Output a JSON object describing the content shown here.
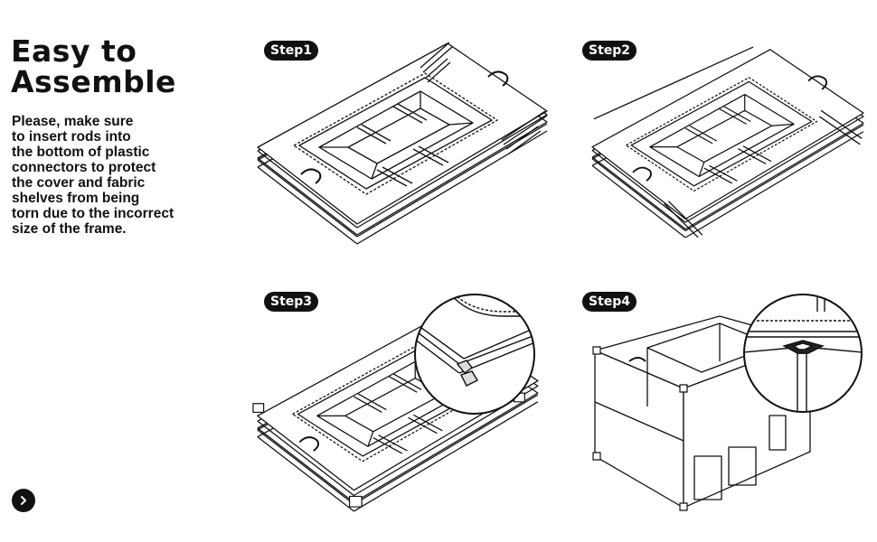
{
  "header": {
    "title_line1": "Easy to",
    "title_line2": "Assemble"
  },
  "description": {
    "line1": "Please, make sure",
    "line2": "to insert rods into",
    "line3": "the bottom of plastic",
    "line4": "connectors to protect",
    "line5": "the cover and fabric",
    "line6": "shelves from being",
    "line7": "torn due to the incorrect",
    "line8": "size of the frame."
  },
  "steps": [
    {
      "label": "Step1"
    },
    {
      "label": "Step2"
    },
    {
      "label": "Step3"
    },
    {
      "label": "Step4"
    }
  ],
  "navigation": {
    "next_icon": "chevron-right-icon"
  },
  "colors": {
    "ink": "#111111",
    "background": "#ffffff",
    "badge_text": "#ffffff"
  }
}
